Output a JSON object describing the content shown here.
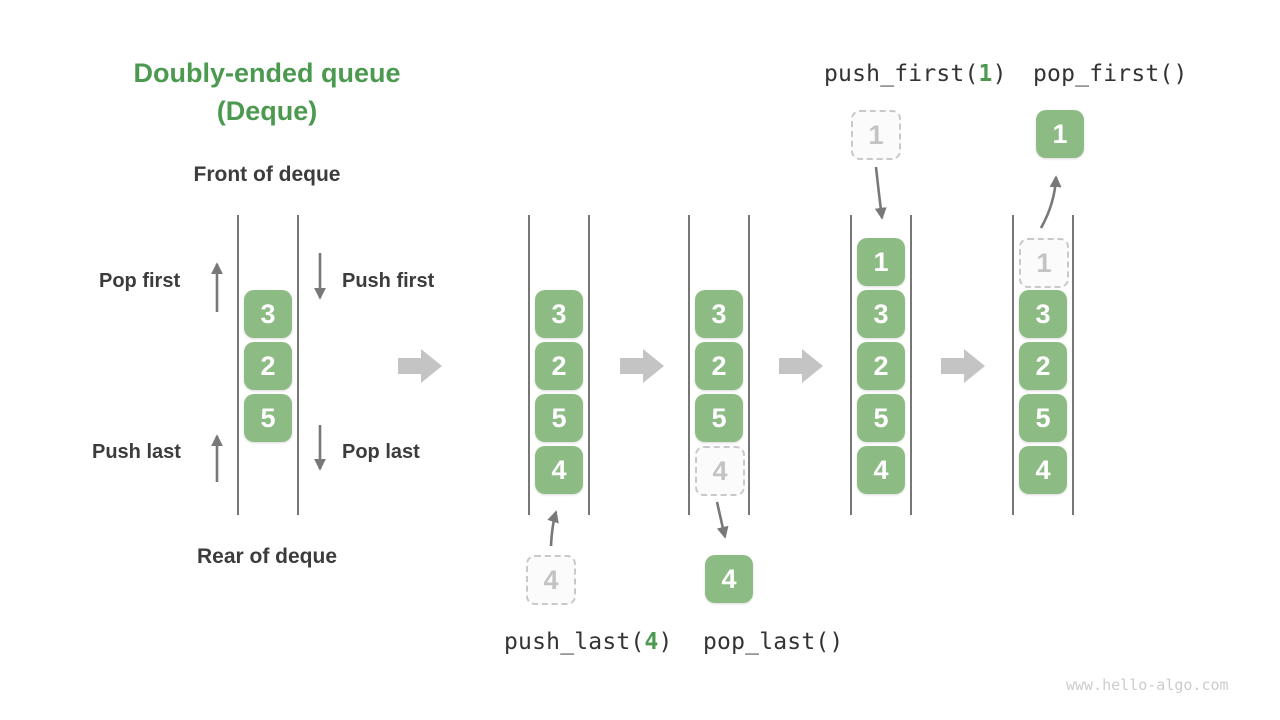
{
  "title": {
    "line1": "Doubly-ended queue",
    "line2": "(Deque)"
  },
  "deque_labels": {
    "front": "Front of deque",
    "rear": "Rear of deque",
    "pop_first": "Pop first",
    "push_first": "Push first",
    "push_last": "Push last",
    "pop_last": "Pop last"
  },
  "operations": {
    "push_last": {
      "pre": "push_last(",
      "arg": "4",
      "post": ")"
    },
    "pop_last": "pop_last()",
    "push_first": {
      "pre": "push_first(",
      "arg": "1",
      "post": ")"
    },
    "pop_first": "pop_first()"
  },
  "queues": {
    "initial": {
      "cells": [
        "3",
        "2",
        "5"
      ]
    },
    "after_push_last": {
      "cells": [
        "3",
        "2",
        "5",
        "4"
      ]
    },
    "pop_last_state": {
      "cells": [
        "3",
        "2",
        "5"
      ],
      "ghost": "4"
    },
    "after_push_first": {
      "cells": [
        "1",
        "3",
        "2",
        "5",
        "4"
      ]
    },
    "pop_first_state": {
      "ghost": "1",
      "cells": [
        "3",
        "2",
        "5",
        "4"
      ]
    }
  },
  "floating": {
    "push_last_incoming": "4",
    "pop_last_result": "4",
    "push_first_incoming": "1",
    "pop_first_result": "1"
  },
  "watermark": "www.hello-algo.com",
  "colors": {
    "cell_green": "#8CBC84",
    "accent_green": "#4C9A50",
    "label_dark": "#3C3C3C",
    "thin_arrow_gray": "#787878",
    "block_arrow_gray": "#C4C4C4",
    "ghost_border": "#C9C9C9",
    "ghost_text": "#C3C3C3",
    "wall_gray": "#555555",
    "watermark_gray": "#CCCCCC"
  }
}
